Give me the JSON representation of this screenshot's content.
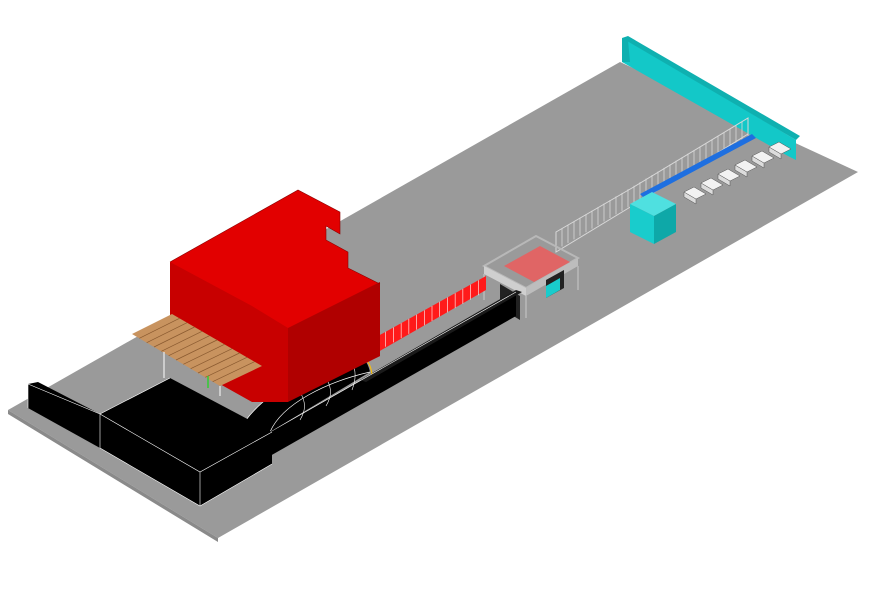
{
  "view": {
    "type": "isometric CAD site model",
    "background": "#ffffff"
  },
  "colors": {
    "ground": "#9a9a9a",
    "ground_edge": "#8a8a8a",
    "building_top": "#e20000",
    "building_front": "#c80000",
    "building_side": "#b00000",
    "pergola": "#c8935f",
    "pergola_line": "#8a5a30",
    "black_block": "#000000",
    "outline": "#ffffff",
    "canopy_frame": "#b8b8b8",
    "canopy_roof": "#e06565",
    "teal_wall_front": "#13c8c8",
    "teal_wall_top": "#0fb0b0",
    "teal_box_front": "#19cccc",
    "teal_box_top": "#4fe0e0",
    "teal_box_side": "#0ea8a8",
    "blue_strip": "#1e6fe0",
    "railing": "#d9d9d9",
    "cars": "#f2f2f2",
    "red_panels": "#ff1a1a"
  },
  "components": [
    {
      "name": "site-ground",
      "kind": "ground plane"
    },
    {
      "name": "main-building",
      "kind": "red block"
    },
    {
      "name": "pergola",
      "kind": "wooden slatted roof"
    },
    {
      "name": "black-low-block",
      "kind": "black volume"
    },
    {
      "name": "tunnel-vault",
      "kind": "arched black corridor"
    },
    {
      "name": "black-corridor",
      "kind": "long black wall"
    },
    {
      "name": "red-fence-panels",
      "kind": "red panel fence"
    },
    {
      "name": "entrance-canopy",
      "kind": "frame with pink roof"
    },
    {
      "name": "railing-fence",
      "kind": "white railing"
    },
    {
      "name": "guard-box",
      "kind": "teal cube"
    },
    {
      "name": "blue-strip",
      "kind": "blue line"
    },
    {
      "name": "teal-boundary-wall",
      "kind": "teal wall"
    },
    {
      "name": "parked-cars",
      "kind": "white cars",
      "count": 6
    }
  ]
}
